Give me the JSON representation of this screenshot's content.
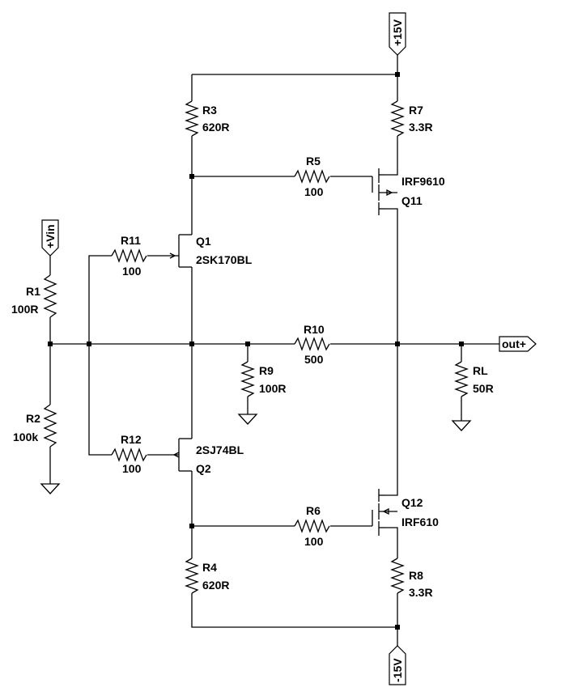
{
  "ports": {
    "vcc": "+15V",
    "vee": "-15V",
    "vin": "+Vin",
    "out": "out+"
  },
  "components": {
    "R1": {
      "name": "R1",
      "value": "100R"
    },
    "R2": {
      "name": "R2",
      "value": "100k"
    },
    "R3": {
      "name": "R3",
      "value": "620R"
    },
    "R4": {
      "name": "R4",
      "value": "620R"
    },
    "R5": {
      "name": "R5",
      "value": "100"
    },
    "R6": {
      "name": "R6",
      "value": "100"
    },
    "R7": {
      "name": "R7",
      "value": "3.3R"
    },
    "R8": {
      "name": "R8",
      "value": "3.3R"
    },
    "R9": {
      "name": "R9",
      "value": "100R"
    },
    "R10": {
      "name": "R10",
      "value": "500"
    },
    "R11": {
      "name": "R11",
      "value": "100"
    },
    "R12": {
      "name": "R12",
      "value": "100"
    },
    "RL": {
      "name": "RL",
      "value": "50R"
    },
    "Q1": {
      "name": "Q1",
      "part": "2SK170BL"
    },
    "Q2": {
      "name": "Q2",
      "part": "2SJ74BL"
    },
    "Q11": {
      "name": "Q11",
      "part": "IRF9610"
    },
    "Q12": {
      "name": "Q12",
      "part": "IRF610"
    }
  }
}
